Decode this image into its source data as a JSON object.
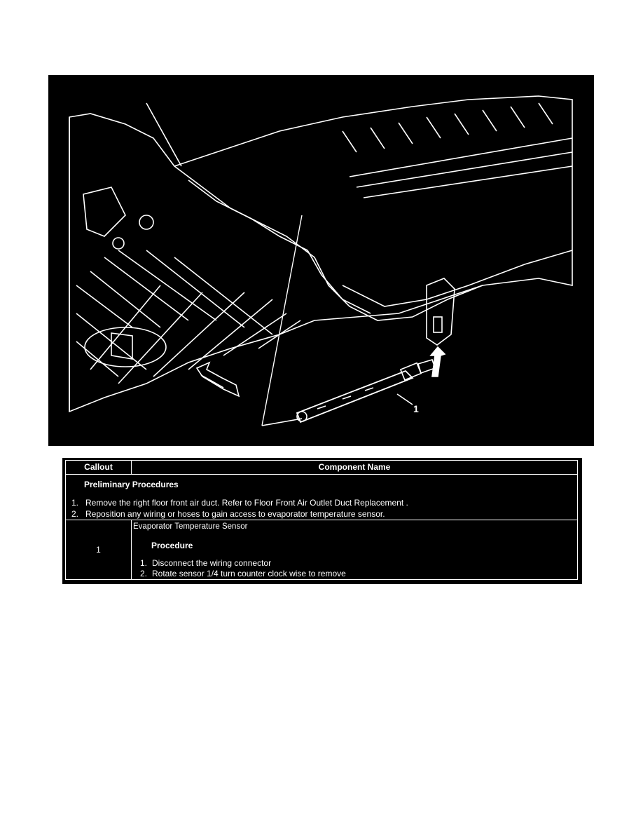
{
  "figure": {
    "callout_label": "1"
  },
  "table": {
    "headers": {
      "callout": "Callout",
      "component": "Component Name"
    },
    "preliminary": {
      "title": "Preliminary Procedures",
      "steps": [
        {
          "num": "1.",
          "text": "Remove the right floor front air duct. Refer to Floor Front Air Outlet Duct Replacement ."
        },
        {
          "num": "2.",
          "text": "Reposition any wiring or hoses to gain access to evaporator temperature sensor."
        }
      ]
    },
    "rows": [
      {
        "callout": "1",
        "component": "Evaporator Temperature Sensor",
        "procedure_title": "Procedure",
        "steps": [
          {
            "num": "1.",
            "text": "Disconnect the wiring connector"
          },
          {
            "num": "2.",
            "text": "Rotate sensor 1/4 turn counter clock wise to remove"
          }
        ]
      }
    ]
  }
}
